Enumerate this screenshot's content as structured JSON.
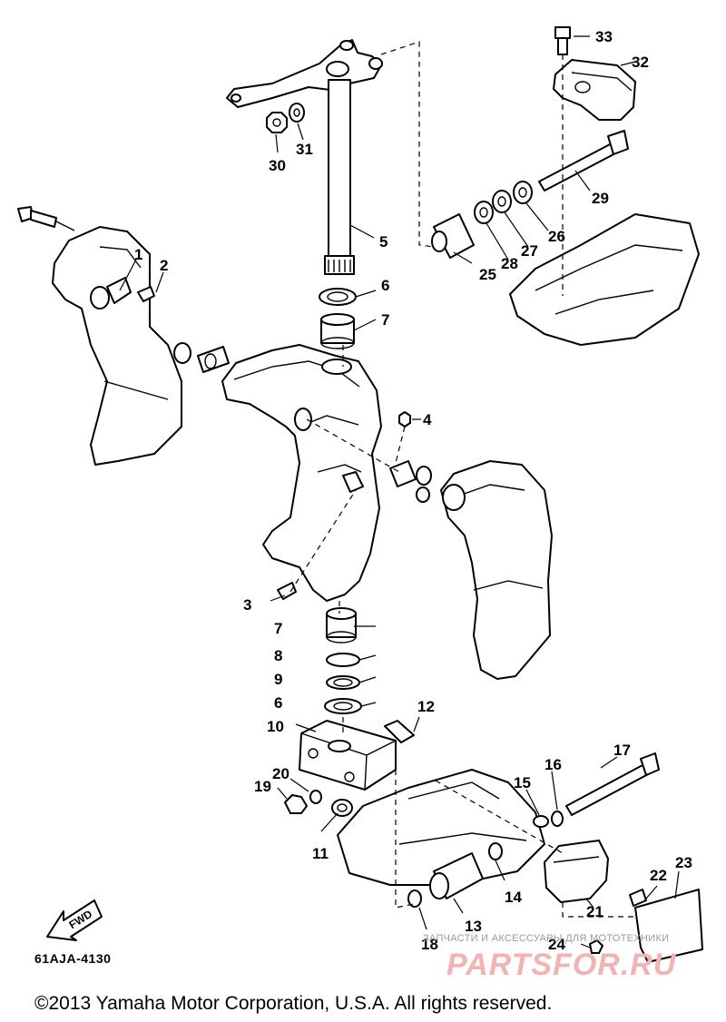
{
  "diagram": {
    "callouts": [
      {
        "id": "c1",
        "label": "1"
      },
      {
        "id": "c2",
        "label": "2"
      },
      {
        "id": "c3",
        "label": "3"
      },
      {
        "id": "c4",
        "label": "4"
      },
      {
        "id": "c5",
        "label": "5"
      },
      {
        "id": "c6a",
        "label": "6"
      },
      {
        "id": "c7a",
        "label": "7"
      },
      {
        "id": "c7b",
        "label": "7"
      },
      {
        "id": "c8",
        "label": "8"
      },
      {
        "id": "c9",
        "label": "9"
      },
      {
        "id": "c6b",
        "label": "6"
      },
      {
        "id": "c10",
        "label": "10"
      },
      {
        "id": "c11",
        "label": "11"
      },
      {
        "id": "c12",
        "label": "12"
      },
      {
        "id": "c13",
        "label": "13"
      },
      {
        "id": "c14",
        "label": "14"
      },
      {
        "id": "c15",
        "label": "15"
      },
      {
        "id": "c16",
        "label": "16"
      },
      {
        "id": "c17",
        "label": "17"
      },
      {
        "id": "c18",
        "label": "18"
      },
      {
        "id": "c19",
        "label": "19"
      },
      {
        "id": "c20",
        "label": "20"
      },
      {
        "id": "c21",
        "label": "21"
      },
      {
        "id": "c22",
        "label": "22"
      },
      {
        "id": "c23",
        "label": "23"
      },
      {
        "id": "c24",
        "label": "24"
      },
      {
        "id": "c25",
        "label": "25"
      },
      {
        "id": "c26",
        "label": "26"
      },
      {
        "id": "c27",
        "label": "27"
      },
      {
        "id": "c28",
        "label": "28"
      },
      {
        "id": "c29",
        "label": "29"
      },
      {
        "id": "c30",
        "label": "30"
      },
      {
        "id": "c31",
        "label": "31"
      },
      {
        "id": "c32",
        "label": "32"
      },
      {
        "id": "c33",
        "label": "33"
      }
    ],
    "fwd_label": "FWD",
    "reference_code": "61AJA-4130"
  },
  "watermark": {
    "line1": "ЗАПЧАСТИ И АКСЕССУАРЫ ДЛЯ МОТОТЕХНИКИ",
    "logo": "PARTSFOR.RU"
  },
  "footer": {
    "copyright": "©2013 Yamaha Motor Corporation, U.S.A. All rights reserved."
  }
}
